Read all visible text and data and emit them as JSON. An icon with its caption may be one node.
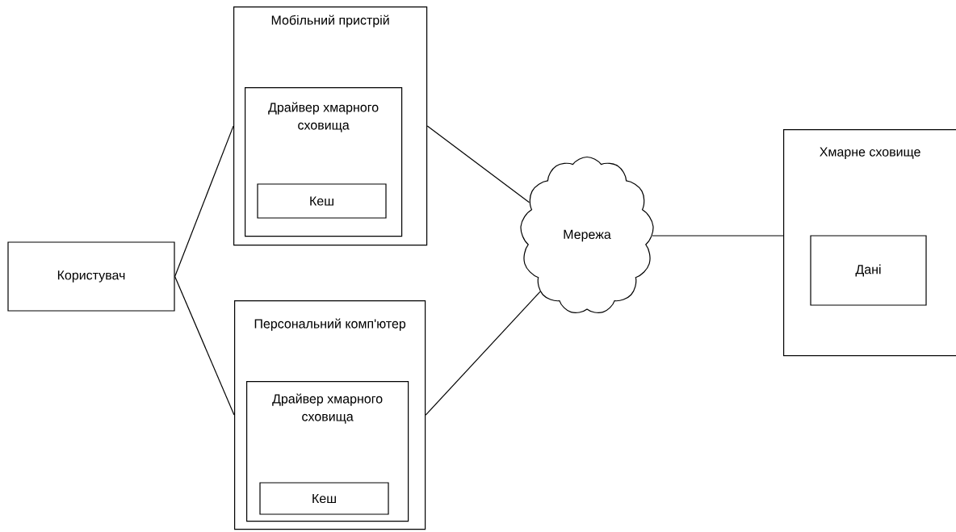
{
  "diagram": {
    "nodes": [
      {
        "text": [
          "Користувач"
        ]
      },
      {
        "text": [
          "Мобільний пристрій"
        ]
      },
      {
        "text": [
          "Драйвер хмарного сховища"
        ],
        "in": 1
      },
      {
        "text": [
          "Кеш"
        ],
        "in": 2
      },
      {
        "text": [
          "Персональний комп'ютер"
        ]
      },
      {
        "text": [
          "Драйвер хмарного сховища"
        ],
        "in": 4
      },
      {
        "text": [
          "Кеш"
        ],
        "in": 5
      },
      {
        "text": [
          "Мережа"
        ]
      },
      {
        "text": [
          "Хмарне сховище"
        ]
      },
      {
        "text": [
          "Дані"
        ],
        "in": 8
      }
    ],
    "edges": [
      {
        "from": 0,
        "to": 1,
        "arrow": "none"
      },
      {
        "from": 0,
        "to": 4,
        "arrow": "none"
      },
      {
        "from": 1,
        "to": 7,
        "arrow": "none"
      },
      {
        "from": 4,
        "to": 7,
        "arrow": "none"
      },
      {
        "from": 7,
        "to": 8,
        "arrow": "none"
      }
    ]
  }
}
